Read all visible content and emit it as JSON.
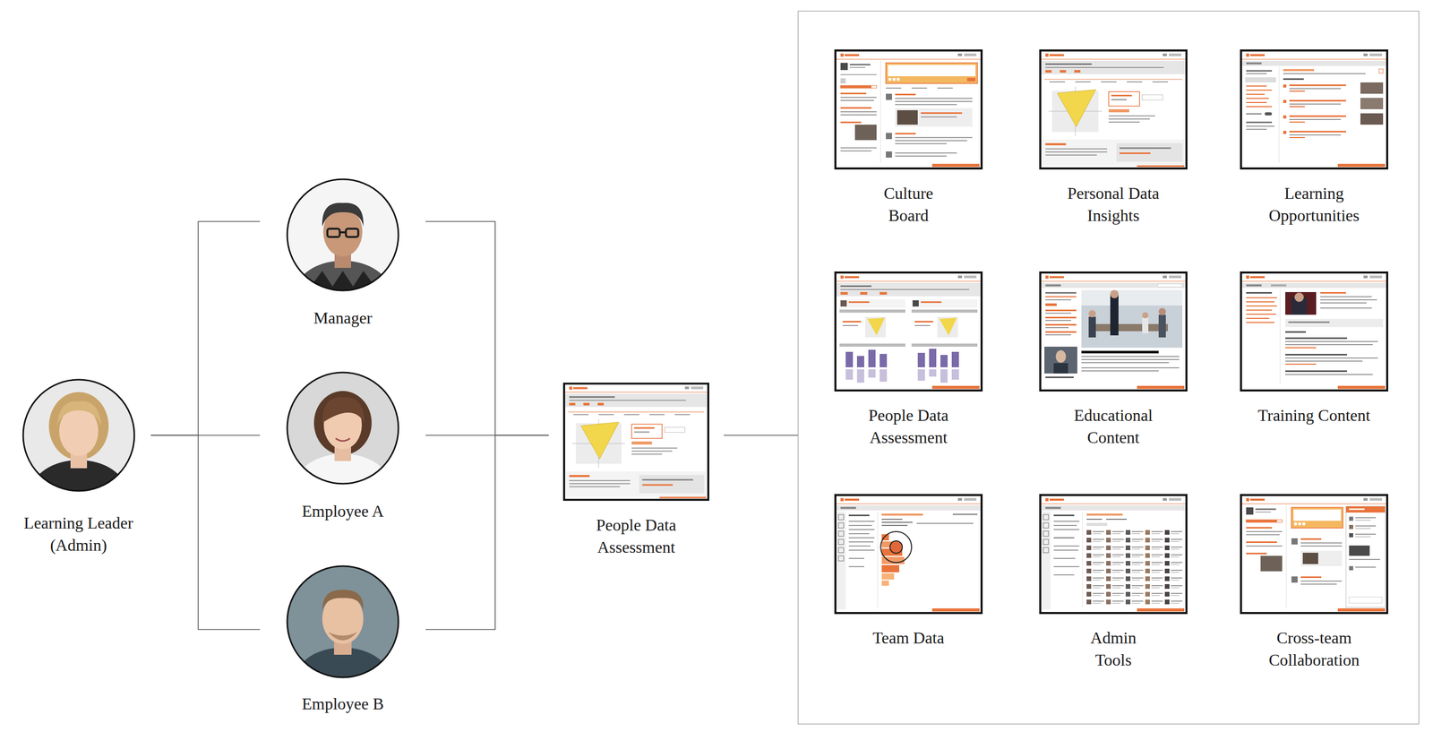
{
  "diagram": {
    "nodes": [
      {
        "text": [
          "Learning Leader (Admin)"
        ]
      },
      {
        "text": [
          "Manager"
        ]
      },
      {
        "text": [
          "Employee A"
        ]
      },
      {
        "text": [
          "Employee B"
        ]
      },
      {
        "text": [
          "People Data Assessment"
        ]
      },
      {
        "text": []
      },
      {
        "text": [
          "Culture Board"
        ],
        "in": 5
      },
      {
        "text": [
          "Personal Data Insights"
        ],
        "in": 5
      },
      {
        "text": [
          "Learning Opportunities"
        ],
        "in": 5
      },
      {
        "text": [
          "People Data Assessment"
        ],
        "in": 5
      },
      {
        "text": [
          "Educational Content"
        ],
        "in": 5
      },
      {
        "text": [
          "Training Content"
        ],
        "in": 5
      },
      {
        "text": [
          "Team Data"
        ],
        "in": 5
      },
      {
        "text": [
          "Admin Tools"
        ],
        "in": 5
      },
      {
        "text": [
          "Cross-team Collaboration"
        ],
        "in": 5
      }
    ],
    "edges": [
      {
        "from": 0,
        "to": 1,
        "arrow": "none"
      },
      {
        "from": 0,
        "to": 2,
        "arrow": "none"
      },
      {
        "from": 0,
        "to": 3,
        "arrow": "none"
      },
      {
        "from": 1,
        "to": 4,
        "arrow": "none"
      },
      {
        "from": 2,
        "to": 4,
        "arrow": "none"
      },
      {
        "from": 3,
        "to": 4,
        "arrow": "none"
      },
      {
        "from": 4,
        "to": 5,
        "arrow": "none"
      }
    ]
  }
}
